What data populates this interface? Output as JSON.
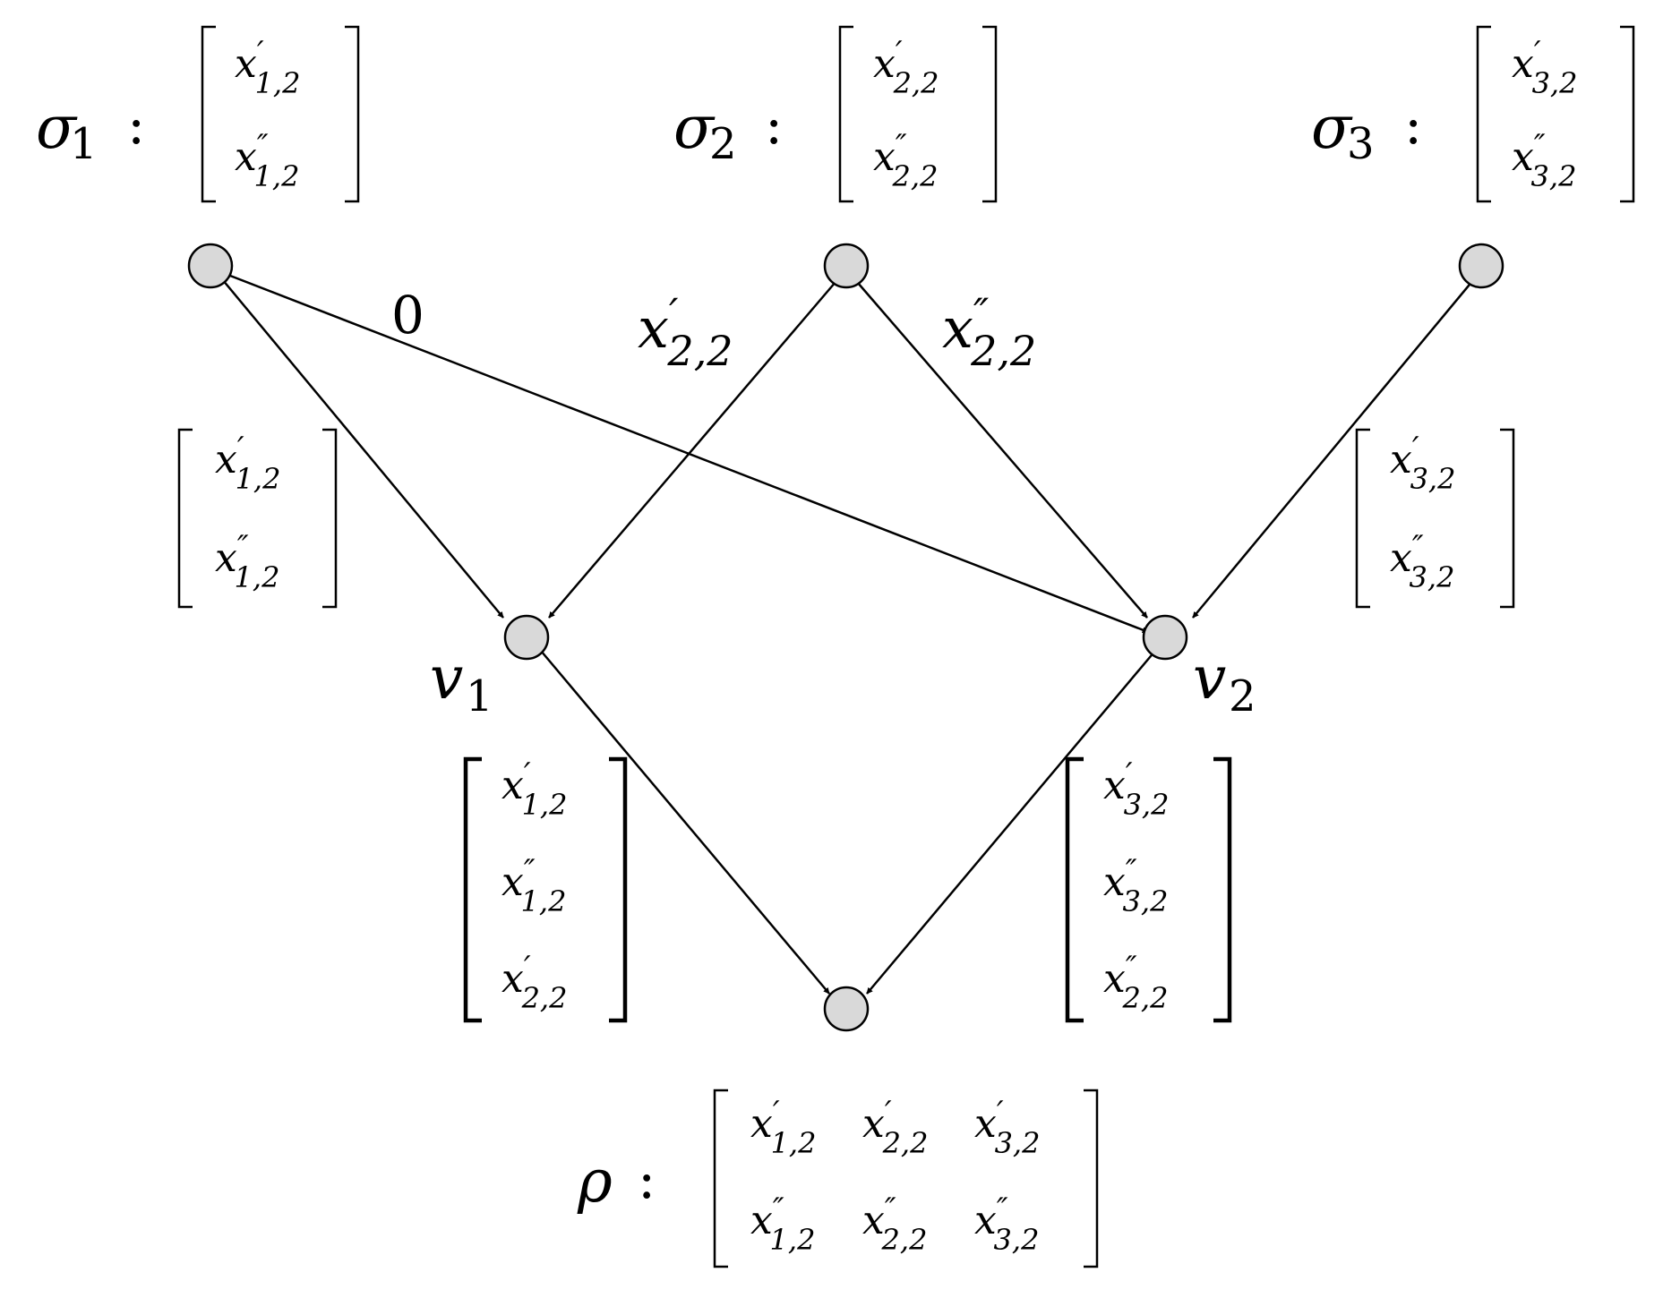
{
  "sources": [
    {
      "id": "s1",
      "symbol": "σ",
      "subscript": "1",
      "colon": ":",
      "vector": [
        {
          "base": "x",
          "prime": "′",
          "sub": "1,2"
        },
        {
          "base": "x",
          "prime": "″",
          "sub": "1,2"
        }
      ]
    },
    {
      "id": "s2",
      "symbol": "σ",
      "subscript": "2",
      "colon": ":",
      "vector": [
        {
          "base": "x",
          "prime": "′",
          "sub": "2,2"
        },
        {
          "base": "x",
          "prime": "″",
          "sub": "2,2"
        }
      ]
    },
    {
      "id": "s3",
      "symbol": "σ",
      "subscript": "3",
      "colon": ":",
      "vector": [
        {
          "base": "x",
          "prime": "′",
          "sub": "3,2"
        },
        {
          "base": "x",
          "prime": "″",
          "sub": "3,2"
        }
      ]
    }
  ],
  "intermediate": [
    {
      "id": "v1",
      "symbol": "v",
      "subscript": "1"
    },
    {
      "id": "v2",
      "symbol": "v",
      "subscript": "2"
    }
  ],
  "sink": {
    "id": "rho",
    "symbol": "ρ",
    "colon": ":"
  },
  "edges": [
    {
      "from": "s1",
      "to": "v1"
    },
    {
      "from": "s1",
      "to": "v2",
      "label": "0"
    },
    {
      "from": "s2",
      "to": "v1",
      "label": {
        "base": "x",
        "prime": "′",
        "sub": "2,2"
      }
    },
    {
      "from": "s2",
      "to": "v2",
      "label": {
        "base": "x",
        "prime": "″",
        "sub": "2,2"
      }
    },
    {
      "from": "s3",
      "to": "v2"
    },
    {
      "from": "v1",
      "to": "rho"
    },
    {
      "from": "v2",
      "to": "rho"
    }
  ],
  "edge_vectors": {
    "s1_v1": [
      {
        "base": "x",
        "prime": "′",
        "sub": "1,2"
      },
      {
        "base": "x",
        "prime": "″",
        "sub": "1,2"
      }
    ],
    "s3_v2": [
      {
        "base": "x",
        "prime": "′",
        "sub": "3,2"
      },
      {
        "base": "x",
        "prime": "″",
        "sub": "3,2"
      }
    ],
    "v1_rho": [
      {
        "base": "x",
        "prime": "′",
        "sub": "1,2"
      },
      {
        "base": "x",
        "prime": "″",
        "sub": "1,2"
      },
      {
        "base": "x",
        "prime": "′",
        "sub": "2,2"
      }
    ],
    "v2_rho": [
      {
        "base": "x",
        "prime": "′",
        "sub": "3,2"
      },
      {
        "base": "x",
        "prime": "″",
        "sub": "3,2"
      },
      {
        "base": "x",
        "prime": "″",
        "sub": "2,2"
      }
    ]
  },
  "sink_matrix": [
    [
      {
        "base": "x",
        "prime": "′",
        "sub": "1,2"
      },
      {
        "base": "x",
        "prime": "′",
        "sub": "2,2"
      },
      {
        "base": "x",
        "prime": "′",
        "sub": "3,2"
      }
    ],
    [
      {
        "base": "x",
        "prime": "″",
        "sub": "1,2"
      },
      {
        "base": "x",
        "prime": "″",
        "sub": "2,2"
      },
      {
        "base": "x",
        "prime": "″",
        "sub": "3,2"
      }
    ]
  ],
  "colors": {
    "node_fill": "#d9d9d9",
    "stroke": "#000000"
  }
}
